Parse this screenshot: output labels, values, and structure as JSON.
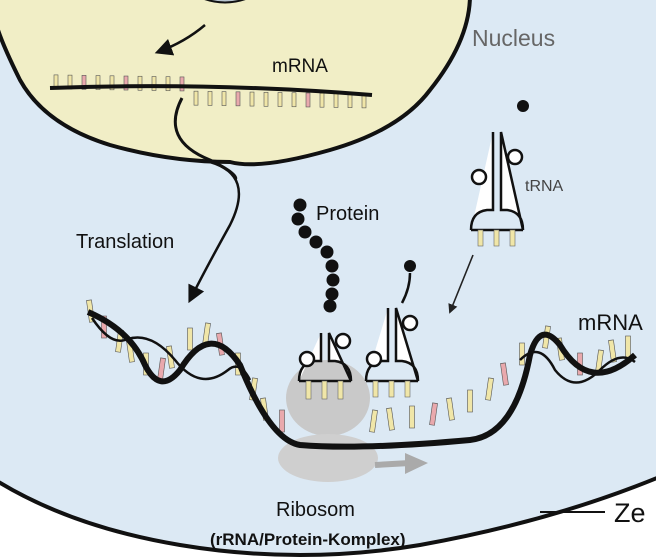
{
  "labels": {
    "nucleus": "Nucleus",
    "mrna_top": "mRNA",
    "translation": "Translation",
    "protein": "Protein",
    "trna": "tRNA",
    "mrna_right": "mRNA",
    "ribosom": "Ribosom",
    "ribosom_sub": "(rRNA/Protein-Komplex)",
    "cell": "Ze"
  },
  "colors": {
    "cytoplasm": "#dce9f4",
    "nucleus": "#f1eec6",
    "outline": "#111111",
    "base_yellow": "#f0e6a8",
    "base_pink": "#e9a9ad",
    "ribosome": "#c9c9c9",
    "arrow_gray": "#aaaaaa",
    "nucleus_text": "#666666"
  }
}
